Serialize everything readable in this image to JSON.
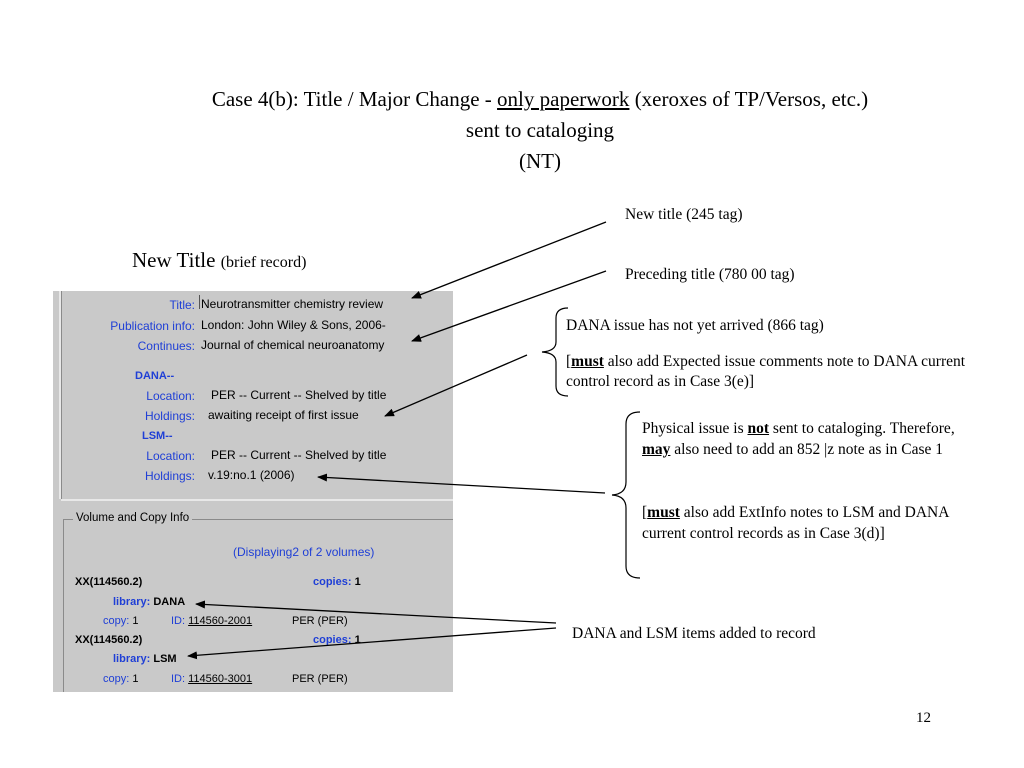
{
  "slide": {
    "title_pre": "Case 4(b):  Title / Major Change - ",
    "title_underlined": "only paperwork",
    "title_post": " (xeroxes of TP/Versos, etc.)",
    "title_line2": "sent to cataloging",
    "title_line3": "(NT)",
    "new_title_heading": "New Title",
    "new_title_sub": "(brief record)",
    "page_number": "12"
  },
  "annotations": {
    "new_title_tag": "New title (245 tag)",
    "preceding_title_tag": "Preceding  title (780 00  tag)",
    "dana_issue_note": "DANA issue has not yet arrived (866 tag)",
    "must_label": "must",
    "dana_must_note_pre": "[",
    "dana_must_note_post": " also add Expected issue comments note to DANA current control record as in Case 3(e)]",
    "physical_pre": "Physical issue is ",
    "physical_not": "not",
    "physical_mid": " sent to cataloging. Therefore, ",
    "physical_may": "may",
    "physical_post": " also need to add an 852 |z note as in Case 1",
    "extinfo_pre": "[",
    "extinfo_must": "must",
    "extinfo_post": " also add ExtInfo notes to LSM and DANA current control records as in Case 3(d)]",
    "items_added": "DANA and LSM items added to record"
  },
  "record": {
    "title_label": "Title:",
    "title_value": "Neurotransmitter chemistry review",
    "pubinfo_label": "Publication info:",
    "pubinfo_value": "London: John Wiley & Sons, 2006-",
    "continues_label": "Continues:",
    "continues_value": "Journal of chemical neuroanatomy",
    "dana_header": "DANA--",
    "dana_location_label": "Location:",
    "dana_location_value": "PER --  Current -- Shelved by title",
    "dana_holdings_label": "Holdings:",
    "dana_holdings_value": "awaiting receipt of first issue",
    "lsm_header": "LSM--",
    "lsm_location_label": "Location:",
    "lsm_location_value": "PER --  Current -- Shelved by title",
    "lsm_holdings_label": "Holdings:",
    "lsm_holdings_value": "v.19:no.1 (2006)"
  },
  "volumes": {
    "group_label": "Volume and Copy Info",
    "displaying": "(Displaying2 of 2 volumes)",
    "items": [
      {
        "call": "XX(114560.2)",
        "copies_label": "copies:",
        "copies": "1",
        "library_label": "library:",
        "library": "DANA",
        "copy_label": "copy:",
        "copy": "1",
        "id_label": "ID:",
        "id": "114560-2001",
        "loc": "PER (PER)"
      },
      {
        "call": "XX(114560.2)",
        "copies_label": "copies:",
        "copies": "1",
        "library_label": "library:",
        "library": "LSM",
        "copy_label": "copy:",
        "copy": "1",
        "id_label": "ID:",
        "id": "114560-3001",
        "loc": "PER (PER)"
      }
    ]
  },
  "colors": {
    "label_blue": "#1f3fd6",
    "panel_gray": "#c9c9c9"
  }
}
